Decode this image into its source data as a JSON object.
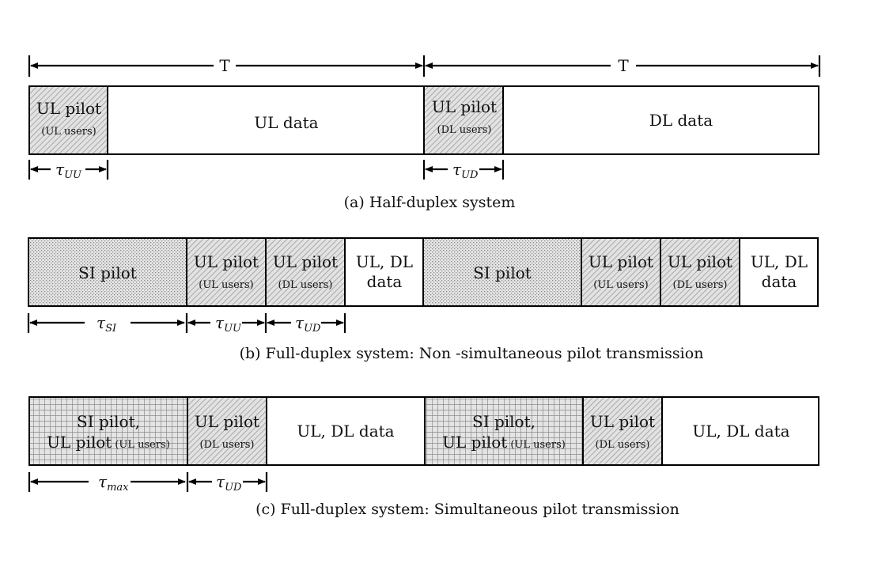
{
  "diagram_a": {
    "period_label_1": "T",
    "period_label_2": "T",
    "ul_pilot": "UL pilot",
    "ul_users": "(UL users)",
    "ul_data": "UL data",
    "ul_pilot_2": "UL pilot",
    "dl_users": "(DL users)",
    "dl_data": "DL data",
    "tau_uu_base": "τ",
    "tau_uu_sub": "UU",
    "tau_ud_base": "τ",
    "tau_ud_sub": "UD",
    "caption": "(a) Half-duplex system"
  },
  "diagram_b": {
    "si_pilot_1": "SI pilot",
    "ul_pilot_1": "UL pilot",
    "ul_users_1": "(UL users)",
    "ul_pilot_2": "UL pilot",
    "dl_users_1": "(DL users)",
    "data_1_line1": "UL, DL",
    "data_1_line2": "data",
    "si_pilot_2": "SI pilot",
    "ul_pilot_3": "UL pilot",
    "ul_users_2": "(UL users)",
    "ul_pilot_4": "UL pilot",
    "dl_users_2": "(DL users)",
    "data_2_line1": "UL, DL",
    "data_2_line2": "data",
    "tau_si_base": "τ",
    "tau_si_sub": "SI",
    "tau_uu_base": "τ",
    "tau_uu_sub": "UU",
    "tau_ud_base": "τ",
    "tau_ud_sub": "UD",
    "caption": "(b) Full-duplex  system: Non -simultaneous pilot transmission"
  },
  "diagram_c": {
    "si_pilot_1": "SI pilot,",
    "ul_pilot_1": "UL pilot",
    "ul_users_1": "(UL users)",
    "ul_pilot_2": "UL pilot",
    "dl_users_1": "(DL users)",
    "data_1": "UL, DL data",
    "si_pilot_2": "SI pilot,",
    "ul_pilot_3": "UL pilot",
    "ul_users_2": "(UL users)",
    "ul_pilot_4": "UL pilot",
    "dl_users_2": "(DL users)",
    "data_2": "UL, DL data",
    "tau_max_base": "τ",
    "tau_max_sub": "max",
    "tau_ud_base": "τ",
    "tau_ud_sub": "UD",
    "caption": "(c) Full-duplex system: Simultaneous pilot transmission"
  },
  "colors": {
    "dotted_fill": "#d9d9d9",
    "hatch_fill": "#cfcfcf",
    "grid_fill": "#c8c8c8",
    "stroke": "#000000"
  }
}
